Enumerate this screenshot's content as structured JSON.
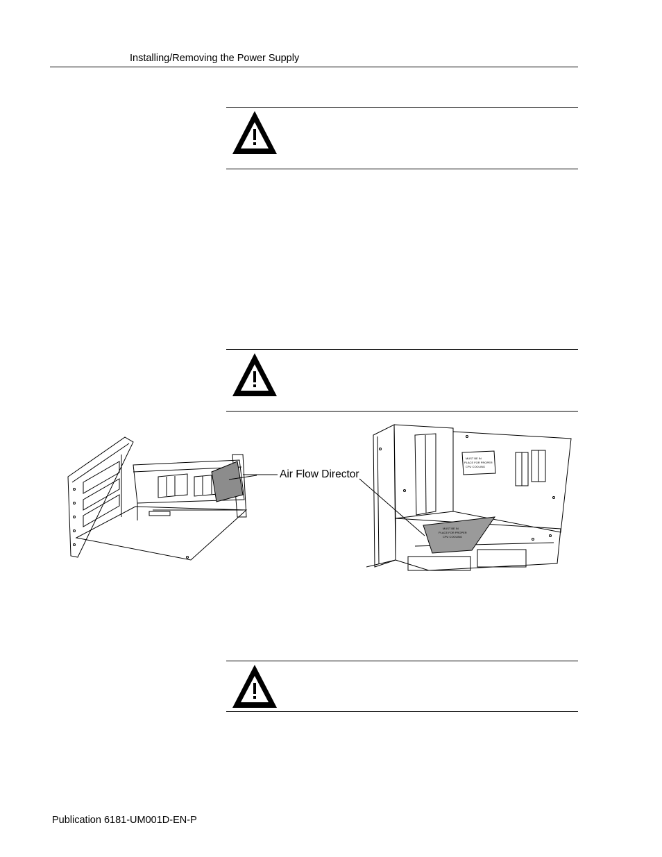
{
  "header": {
    "title": "Installing/Removing the Power Supply"
  },
  "figure": {
    "callout_label": "Air Flow Director",
    "label_text": [
      "MUST BE IN",
      "PLACE FOR PROPER",
      "CPU COOLING"
    ]
  },
  "footer": {
    "publication": "Publication 6181-UM001D-EN-P"
  }
}
